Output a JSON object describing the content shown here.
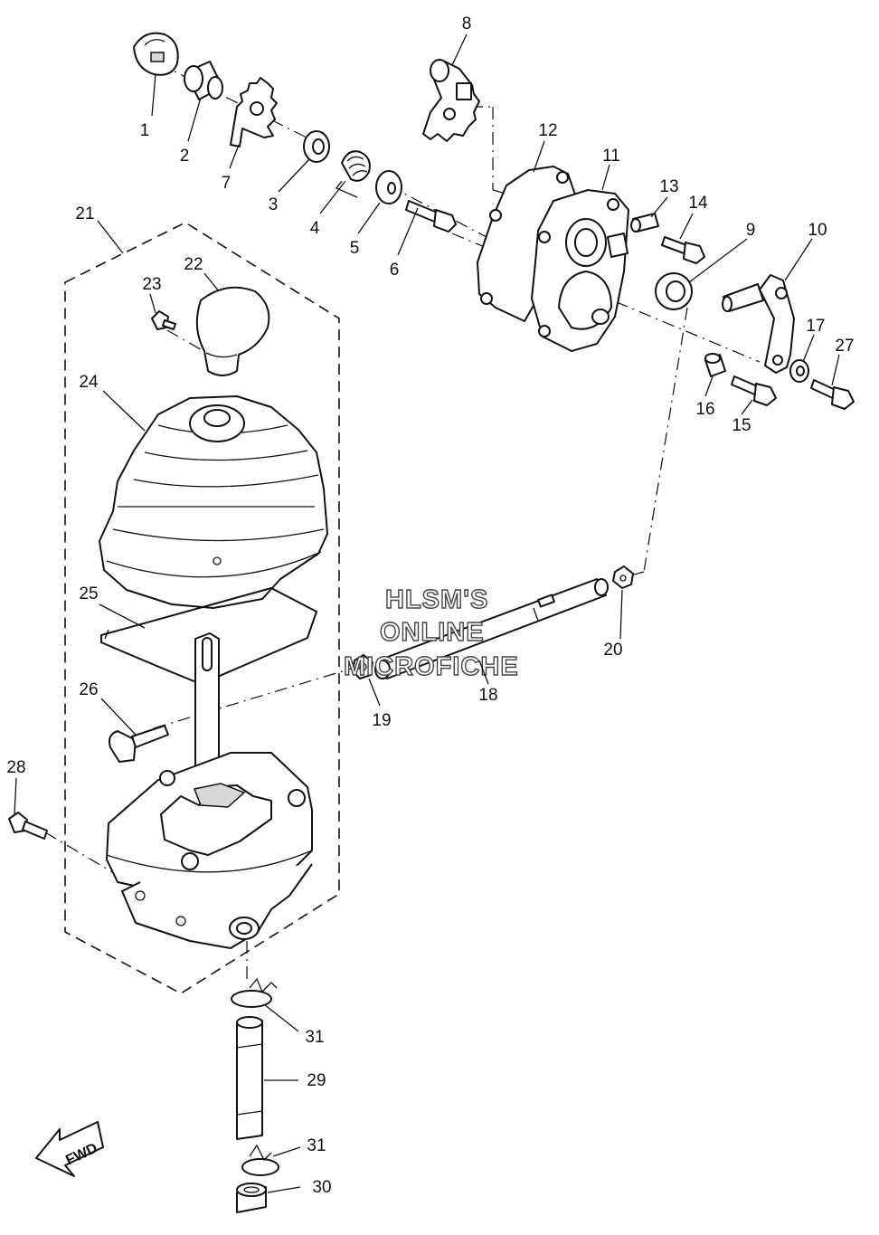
{
  "watermark": {
    "line1": "HLSM'S",
    "line2": "ONLINE",
    "line3": "MICROFICHE"
  },
  "fwd_arrow": {
    "label": "FWD"
  },
  "callouts": {
    "c1": "1",
    "c2": "2",
    "c3": "3",
    "c4": "4",
    "c5": "5",
    "c6": "6",
    "c7": "7",
    "c8": "8",
    "c9": "9",
    "c10": "10",
    "c11": "11",
    "c12": "12",
    "c13": "13",
    "c14": "14",
    "c15": "15",
    "c16": "16",
    "c17": "17",
    "c18": "18",
    "c19": "19",
    "c20": "20",
    "c21": "21",
    "c22": "22",
    "c23": "23",
    "c24": "24",
    "c25": "25",
    "c26": "26",
    "c27": "27",
    "c28": "28",
    "c29": "29",
    "c30": "30",
    "c31a": "31",
    "c31b": "31"
  }
}
